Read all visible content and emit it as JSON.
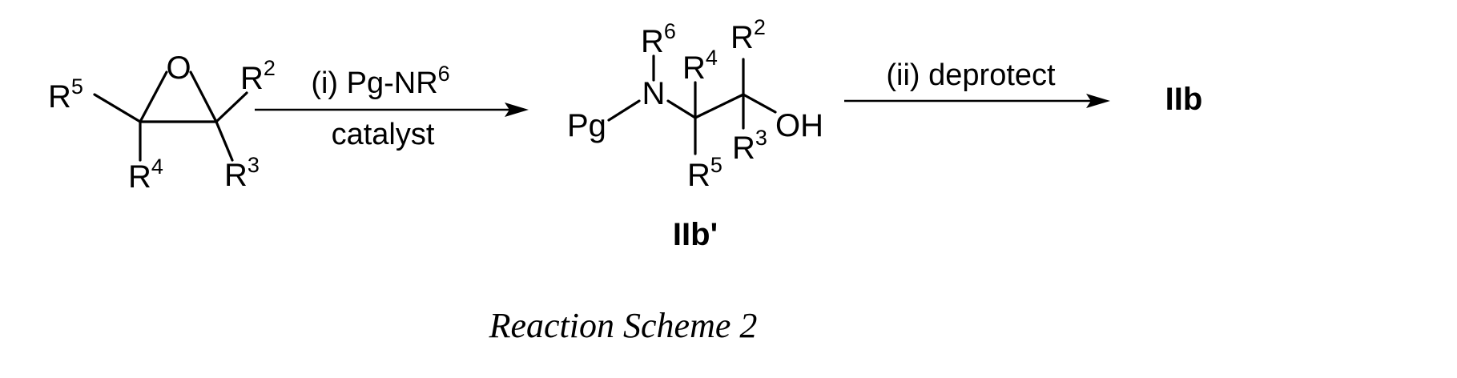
{
  "figure": {
    "caption": "Reaction Scheme 2"
  },
  "reactant": {
    "oxygen": "O",
    "subs": [
      {
        "base": "R",
        "sup": "5"
      },
      {
        "base": "R",
        "sup": "2"
      },
      {
        "base": "R",
        "sup": "4"
      },
      {
        "base": "R",
        "sup": "3"
      }
    ]
  },
  "step1": {
    "reagent": {
      "text": "(i) Pg-NR",
      "sup": "6"
    },
    "condition": "catalyst"
  },
  "intermediate": {
    "nitrogen": "N",
    "protecting_group": "Pg",
    "hydroxyl": "OH",
    "subs": [
      {
        "base": "R",
        "sup": "6"
      },
      {
        "base": "R",
        "sup": "4"
      },
      {
        "base": "R",
        "sup": "2"
      },
      {
        "base": "R",
        "sup": "5"
      },
      {
        "base": "R",
        "sup": "3"
      }
    ],
    "label": "IIb'"
  },
  "step2": {
    "reagent": "(ii) deprotect"
  },
  "product": {
    "label": "IIb"
  }
}
